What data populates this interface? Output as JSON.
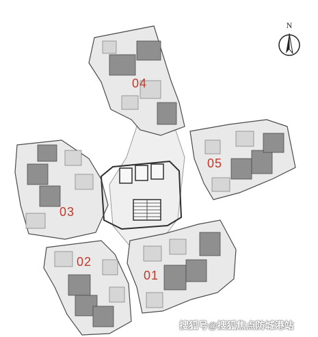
{
  "units": [
    {
      "id": "01",
      "label": "01"
    },
    {
      "id": "02",
      "label": "02"
    },
    {
      "id": "03",
      "label": "03"
    },
    {
      "id": "04",
      "label": "04"
    },
    {
      "id": "05",
      "label": "05"
    }
  ],
  "compass": {
    "letter": "N",
    "icon": "north-arrow-icon"
  },
  "watermark": "搜狐号@搜狐焦点防城港站",
  "colors": {
    "label": "#c0392b",
    "floor": "#e9e9e9",
    "room_dark": "#8f8f8f",
    "wall": "#4a4a4a",
    "core": "#2e2e2e"
  }
}
